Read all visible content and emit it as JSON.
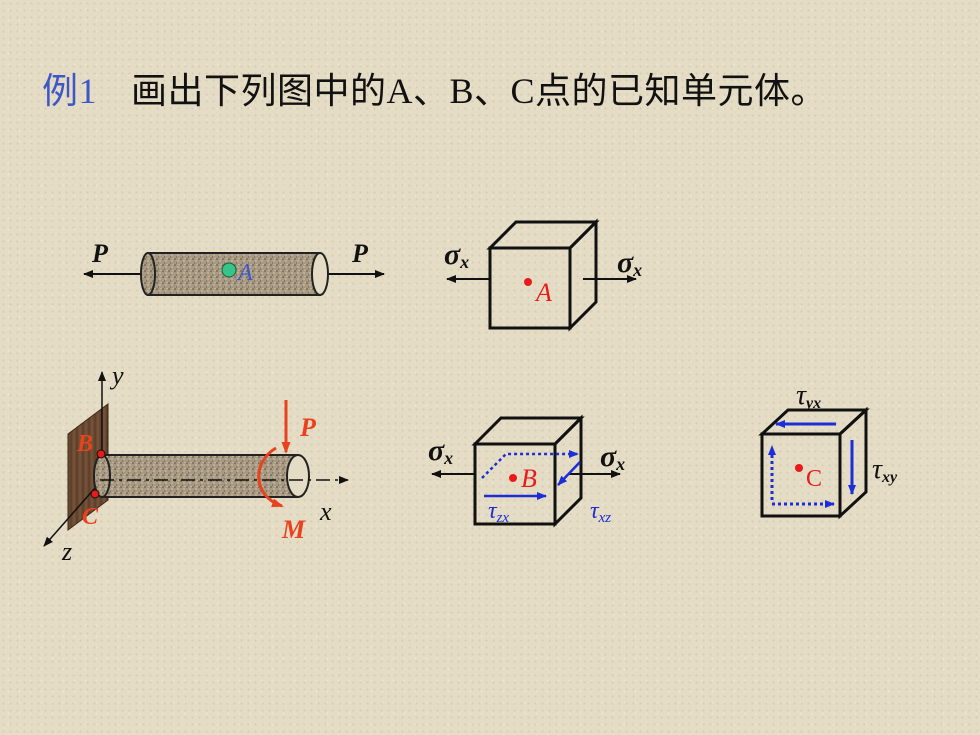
{
  "title": {
    "lead": "例1",
    "text": "画出下列图中的A、B、C点的已知单元体。"
  },
  "fig_a": {
    "force_left": "P",
    "force_right": "P",
    "point": "A",
    "stress_left": "σ",
    "stress_left_sub": "x",
    "stress_right": "σ",
    "stress_right_sub": "x",
    "cube_point": "A"
  },
  "fig_b": {
    "axis_y": "y",
    "axis_x": "x",
    "axis_z": "z",
    "point_b": "B",
    "point_c": "C",
    "force": "P",
    "moment": "M"
  },
  "cube_b": {
    "stress_left": "σ",
    "stress_left_sub": "x",
    "stress_right": "σ",
    "stress_right_sub": "x",
    "point": "B",
    "tau_front": "τ",
    "tau_front_sub": "zx",
    "tau_side": "τ",
    "tau_side_sub": "xz"
  },
  "cube_c": {
    "point": "C",
    "tau_top": "τ",
    "tau_top_sub": "yx",
    "tau_right": "τ",
    "tau_right_sub": "xy"
  },
  "colors": {
    "title_lead": "#3d57c9",
    "label_red": "#e8421f",
    "point_red": "#e81a1a",
    "blue": "#1c2fd6",
    "bar": "#a89a82",
    "wall": "#6a4a32",
    "point_a": "#37c48a"
  }
}
